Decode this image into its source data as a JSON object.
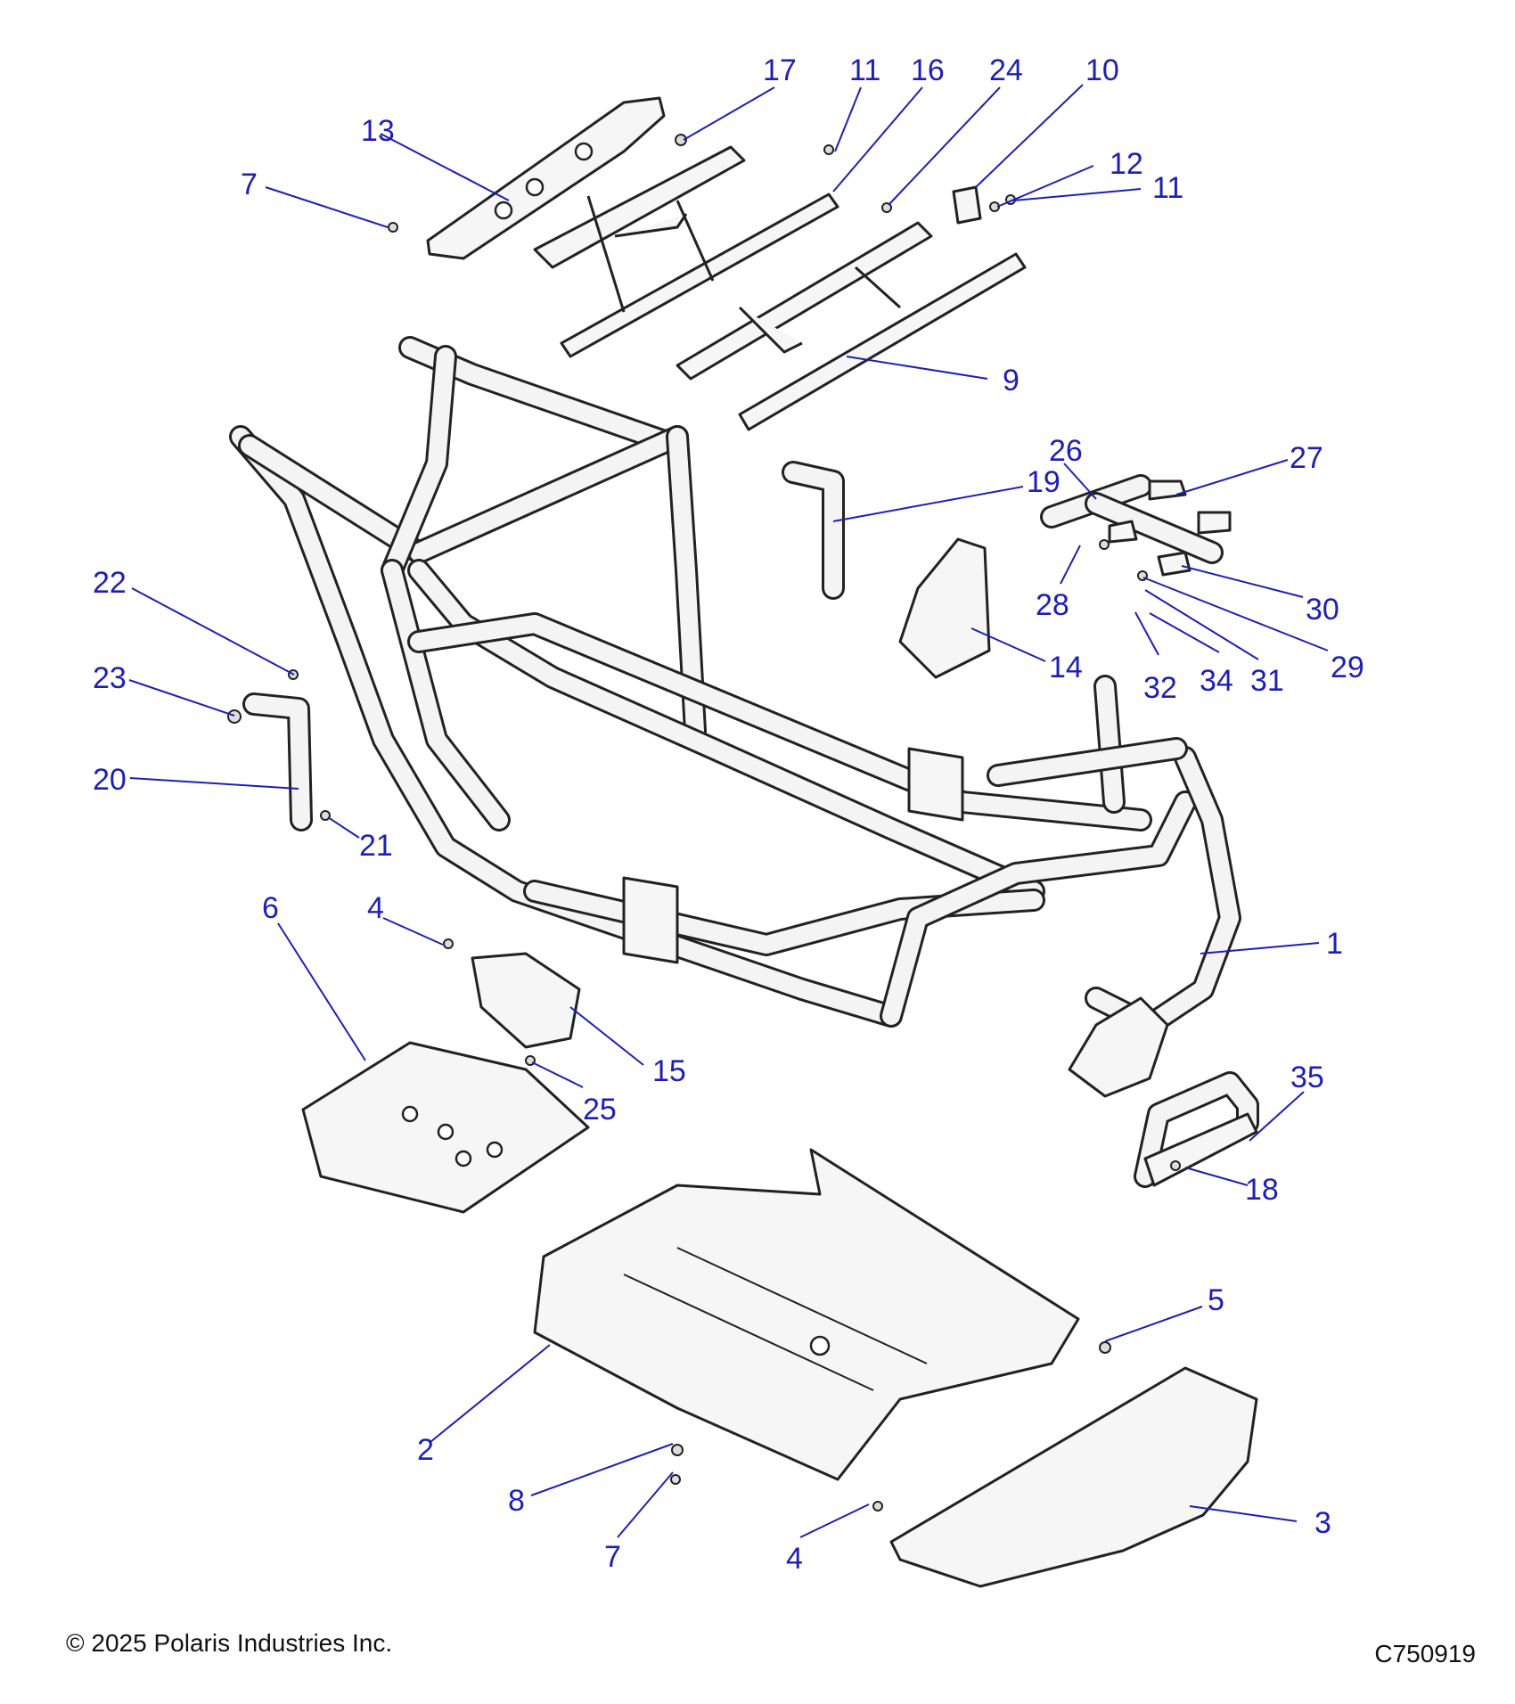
{
  "callouts": [
    "1",
    "2",
    "3",
    "4",
    "4",
    "5",
    "6",
    "7",
    "7",
    "8",
    "9",
    "10",
    "11",
    "11",
    "12",
    "13",
    "14",
    "15",
    "16",
    "17",
    "18",
    "19",
    "20",
    "21",
    "22",
    "23",
    "24",
    "25",
    "26",
    "27",
    "28",
    "29",
    "30",
    "31",
    "32",
    "34",
    "35"
  ],
  "footer": {
    "copyright": "© 2025 Polaris Industries Inc.",
    "code": "C750919"
  },
  "colors": {
    "callout": "#1f1fb4",
    "linework": "#222222",
    "part_fill": "#f6f6f6"
  }
}
